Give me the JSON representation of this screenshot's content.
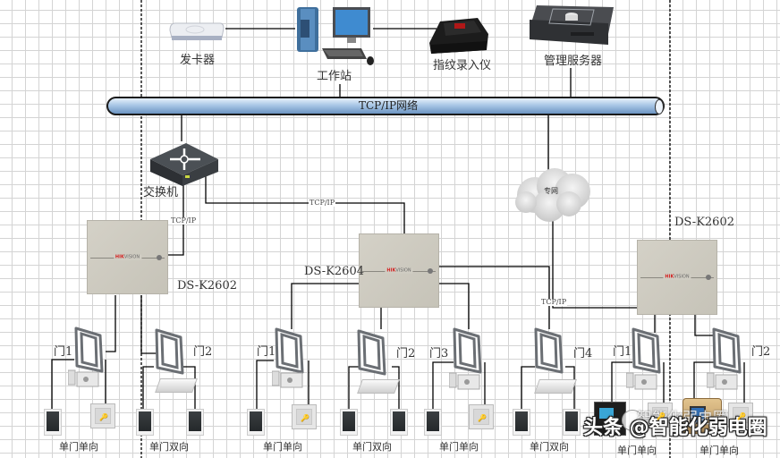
{
  "diagram": {
    "title": "门禁系统拓扑图",
    "network": {
      "label": "TCP/IP网络"
    },
    "top_devices": [
      {
        "id": "card-issuer",
        "label": "发卡器"
      },
      {
        "id": "workstation",
        "label": "工作站"
      },
      {
        "id": "fingerprint-enroller",
        "label": "指纹录入仪"
      },
      {
        "id": "management-server",
        "label": "管理服务器"
      }
    ],
    "switch": {
      "label": "交换机"
    },
    "private_network": {
      "label": "专网"
    },
    "link_labels": {
      "switch_to_ctrl1": "TCP/IP",
      "switch_to_ctrl2": "TCP/IP",
      "cloud_to_ctrl": "TCP/IP"
    },
    "controllers": [
      {
        "id": "ctrl-left",
        "model": "DS-K2602",
        "brand": "HIKVISION"
      },
      {
        "id": "ctrl-middle",
        "model": "DS-K2604",
        "brand": "HIKVISION"
      },
      {
        "id": "ctrl-right",
        "model": "DS-K2602",
        "brand": "HIKVISION"
      }
    ],
    "doors": [
      {
        "label": "门1",
        "mode": "单门单向",
        "controller": "DS-K2602"
      },
      {
        "label": "门2",
        "mode": "单门双向",
        "controller": "DS-K2602"
      },
      {
        "label": "门1",
        "mode": "单门单向",
        "controller": "DS-K2604"
      },
      {
        "label": "门2",
        "mode": "单门双向",
        "controller": "DS-K2604"
      },
      {
        "label": "门3",
        "mode": "单门单向",
        "controller": "DS-K2604"
      },
      {
        "label": "门4",
        "mode": "单门双向",
        "controller": "DS-K2604"
      },
      {
        "label": "门1",
        "mode": "单门单向",
        "controller": "DS-K2602"
      },
      {
        "label": "门2",
        "mode": "单门单向",
        "controller": "DS-K2602"
      }
    ],
    "exit_button_glyph": "🔑",
    "watermark": {
      "main": "头条 @智能化弱电圈",
      "secondary": "智能化弱电圈"
    },
    "colors": {
      "brand_red": "#d21f1f",
      "pipe_blue": "#8fb2d8",
      "grid": "#d4d4d4",
      "wire": "#000000"
    }
  }
}
